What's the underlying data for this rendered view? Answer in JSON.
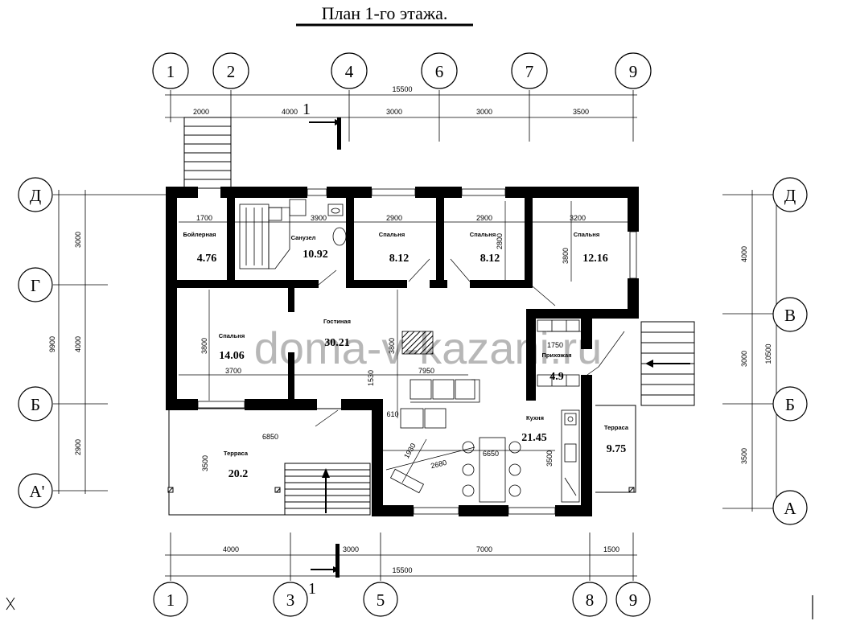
{
  "title": "План  1-го  этажа.",
  "watermark": "doma-v-kazani.ru",
  "section_mark": "1",
  "axes": {
    "top": [
      "1",
      "2",
      "4",
      "6",
      "7",
      "9"
    ],
    "bottom": [
      "1",
      "3",
      "5",
      "8",
      "9"
    ],
    "left": [
      "Д",
      "Г",
      "Б",
      "А'"
    ],
    "right": [
      "Д",
      "В",
      "Б",
      "А"
    ]
  },
  "dimensions": {
    "top_overall": "15500",
    "top_segments": [
      "2000",
      "4000",
      "3000",
      "3000",
      "3500"
    ],
    "bottom_overall": "15500",
    "bottom_segments": [
      "4000",
      "3000",
      "7000",
      "1500"
    ],
    "left_overall": "9900",
    "left_segments": [
      "3000",
      "4000",
      "2900"
    ],
    "right_overall": "10500",
    "right_segments": [
      "4000",
      "3000",
      "3500"
    ],
    "inner": [
      "1700",
      "3900",
      "2900",
      "2900",
      "3200",
      "2800",
      "3800",
      "3800",
      "3800",
      "3700",
      "7950",
      "1530",
      "1750",
      "2800",
      "610",
      "6850",
      "3500",
      "6650",
      "3500",
      "2680",
      "1930"
    ]
  },
  "rooms": [
    {
      "name": "Бойлерная",
      "area": "4.76"
    },
    {
      "name": "Санузел",
      "area": "10.92"
    },
    {
      "name": "Спальня",
      "area": "8.12"
    },
    {
      "name": "Спальня",
      "area": "8.12"
    },
    {
      "name": "Спальня",
      "area": "12.16"
    },
    {
      "name": "Спальня",
      "area": "14.06"
    },
    {
      "name": "Гостиная",
      "area": "30.21"
    },
    {
      "name": "Прихожая",
      "area": "4.9"
    },
    {
      "name": "Кухня",
      "area": "21.45"
    },
    {
      "name": "Терраса",
      "area": "20.2"
    },
    {
      "name": "Терраса",
      "area": "9.75"
    }
  ]
}
